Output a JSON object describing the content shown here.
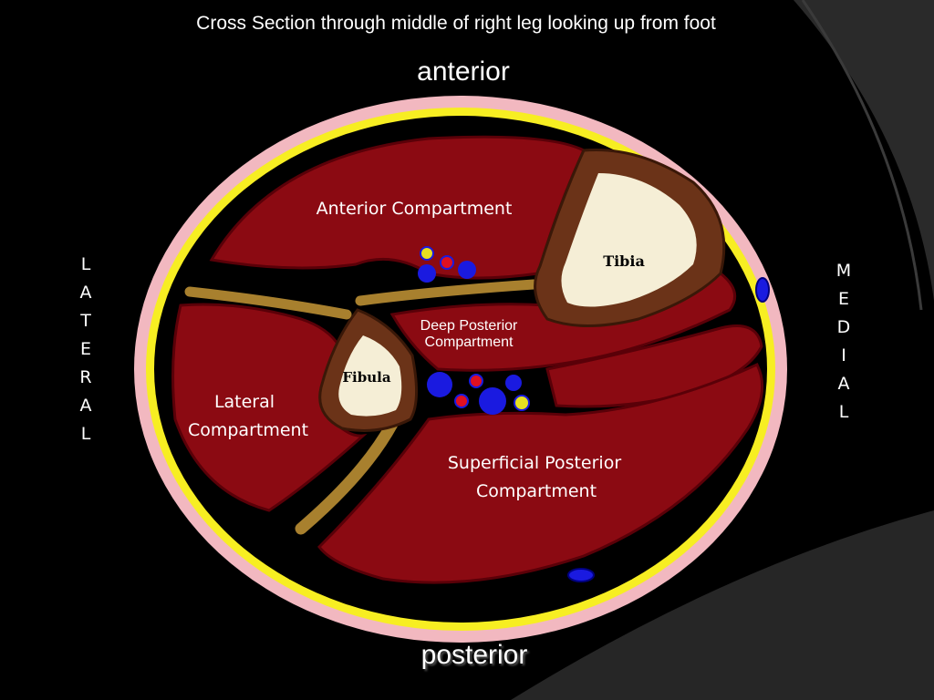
{
  "title": "Cross Section through middle of right leg looking up from foot",
  "orientation": {
    "anterior": "anterior",
    "posterior": "posterior",
    "lateral": [
      "L",
      "A",
      "T",
      "E",
      "R",
      "A",
      "L"
    ],
    "medial": [
      "M",
      "E",
      "D",
      "I",
      "A",
      "L"
    ]
  },
  "labels": {
    "anterior_compartment": "Anterior Compartment",
    "deep_posterior_line1": "Deep Posterior",
    "deep_posterior_line2": "Compartment",
    "lateral_line1": "Lateral",
    "lateral_line2": "Compartment",
    "superficial_line1": "Superficial Posterior",
    "superficial_line2": "Compartment",
    "tibia": "Tibia",
    "fibula": "Fibula"
  },
  "colors": {
    "muscle": "#8b0a12",
    "skin": "#f2b8c0",
    "fascia": "#f7ee22",
    "bone_cortex": "#6b3318",
    "bone_marrow": "#f5eed6",
    "septum": "#a8802e",
    "vein": "#1a1ae0",
    "artery": "#e01020",
    "nerve": "#e8e020"
  }
}
